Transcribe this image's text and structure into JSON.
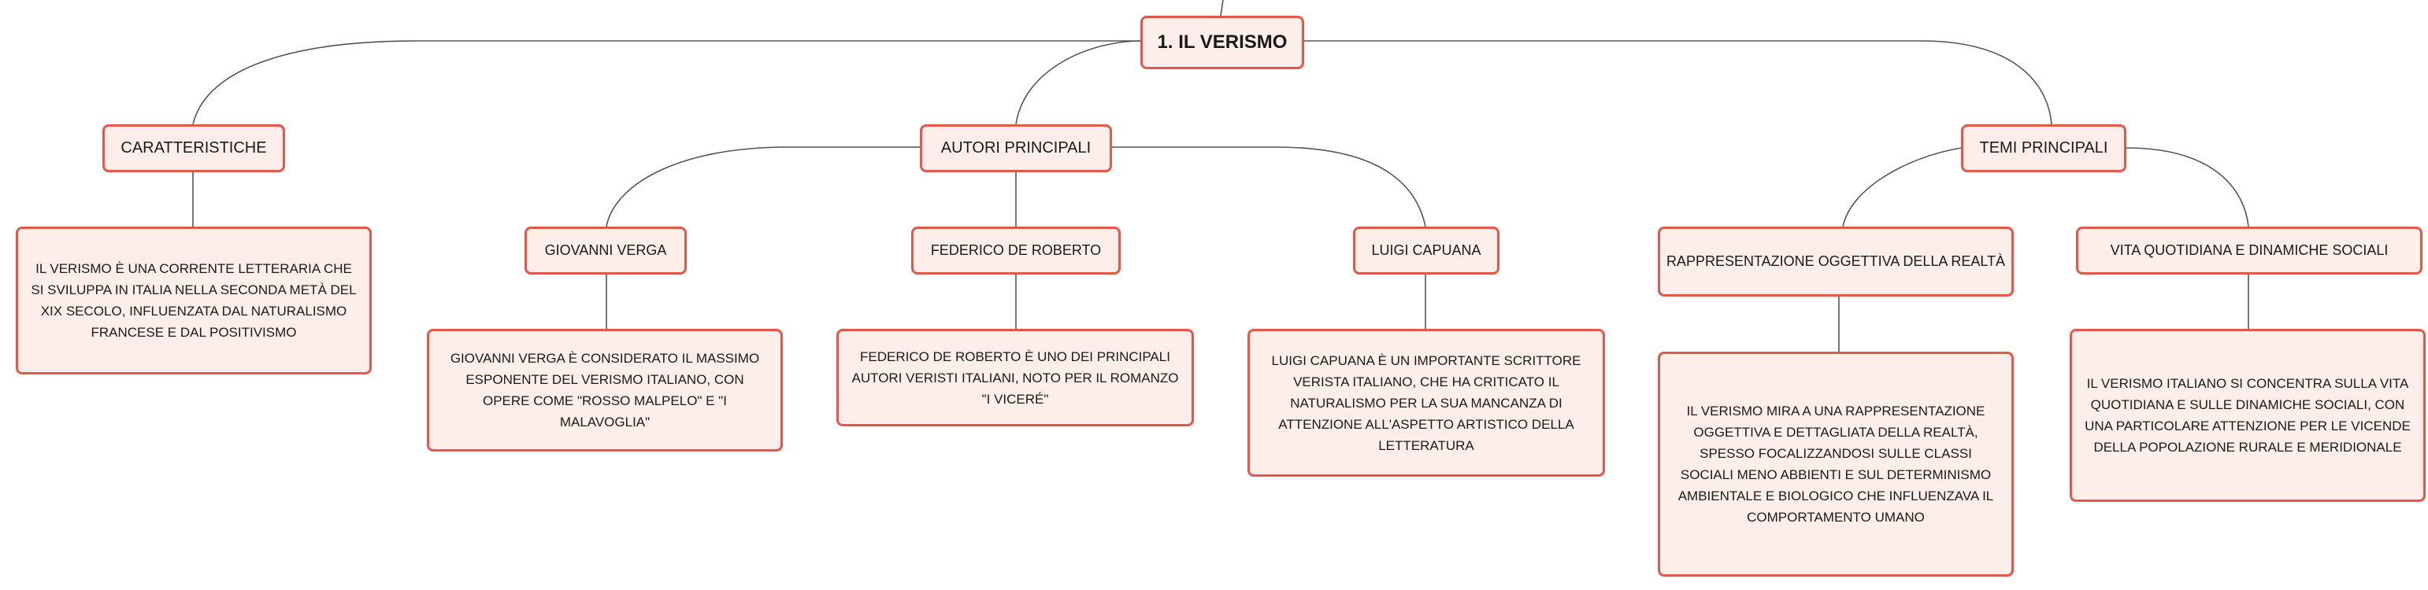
{
  "root": {
    "label": "1. IL VERISMO"
  },
  "branches": [
    {
      "label": "CARATTERISTICHE",
      "text": "IL VERISMO È UNA CORRENTE LETTERARIA CHE SI SVILUPPA IN ITALIA NELLA SECONDA METÀ DEL XIX SECOLO, INFLUENZATA DAL NATURALISMO FRANCESE E DAL POSITIVISMO"
    },
    {
      "label": "AUTORI PRINCIPALI",
      "children": [
        {
          "label": "GIOVANNI VERGA",
          "text": "GIOVANNI VERGA È CONSIDERATO IL MASSIMO ESPONENTE DEL VERISMO ITALIANO, CON OPERE COME \"ROSSO MALPELO\" E \"I MALAVOGLIA\""
        },
        {
          "label": "FEDERICO DE ROBERTO",
          "text": "FEDERICO DE ROBERTO È UNO DEI PRINCIPALI AUTORI VERISTI ITALIANI, NOTO PER IL ROMANZO \"I VICERÉ\""
        },
        {
          "label": "LUIGI CAPUANA",
          "text": "LUIGI CAPUANA È UN IMPORTANTE SCRITTORE VERISTA ITALIANO, CHE HA CRITICATO IL NATURALISMO PER LA SUA MANCANZA DI ATTENZIONE ALL'ASPETTO ARTISTICO DELLA LETTERATURA"
        }
      ]
    },
    {
      "label": "TEMI PRINCIPALI",
      "children": [
        {
          "label": "RAPPRESENTAZIONE OGGETTIVA DELLA REALTÀ",
          "text": "IL VERISMO MIRA A UNA RAPPRESENTAZIONE OGGETTIVA E DETTAGLIATA DELLA REALTÀ, SPESSO FOCALIZZANDOSI SULLE CLASSI SOCIALI MENO ABBIENTI E SUL DETERMINISMO AMBIENTALE E BIOLOGICO CHE INFLUENZAVA IL COMPORTAMENTO UMANO"
        },
        {
          "label": "VITA QUOTIDIANA E DINAMICHE SOCIALI",
          "text": "IL VERISMO ITALIANO SI CONCENTRA SULLA VITA QUOTIDIANA E SULLE DINAMICHE SOCIALI, CON UNA PARTICOLARE ATTENZIONE PER LE VICENDE DELLA POPOLAZIONE RURALE E MERIDIONALE"
        }
      ]
    }
  ],
  "colors": {
    "border": "#e3584a",
    "fill": "#fdeeea",
    "line": "#555555"
  }
}
